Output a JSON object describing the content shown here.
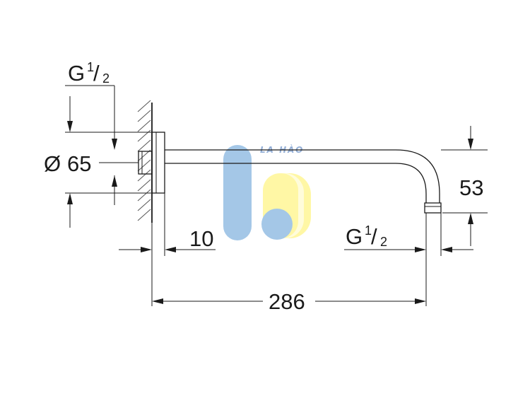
{
  "diagram": {
    "dimensions": {
      "thread_top": {
        "letter": "G",
        "sup": "1",
        "slash": "/",
        "sub": "2"
      },
      "thread_end": {
        "letter": "G",
        "sup": "1",
        "slash": "/",
        "sub": "2"
      },
      "flange_diameter": {
        "symbol": "Ø",
        "value": "65"
      },
      "wall_offset": "10",
      "arm_length": "286",
      "drop_height": "53"
    },
    "watermark": {
      "text": "LA HÀO",
      "colors": {
        "blue": "#5b9bd5",
        "yellow": "#fff25c",
        "text": "#3d6fb6"
      }
    }
  }
}
